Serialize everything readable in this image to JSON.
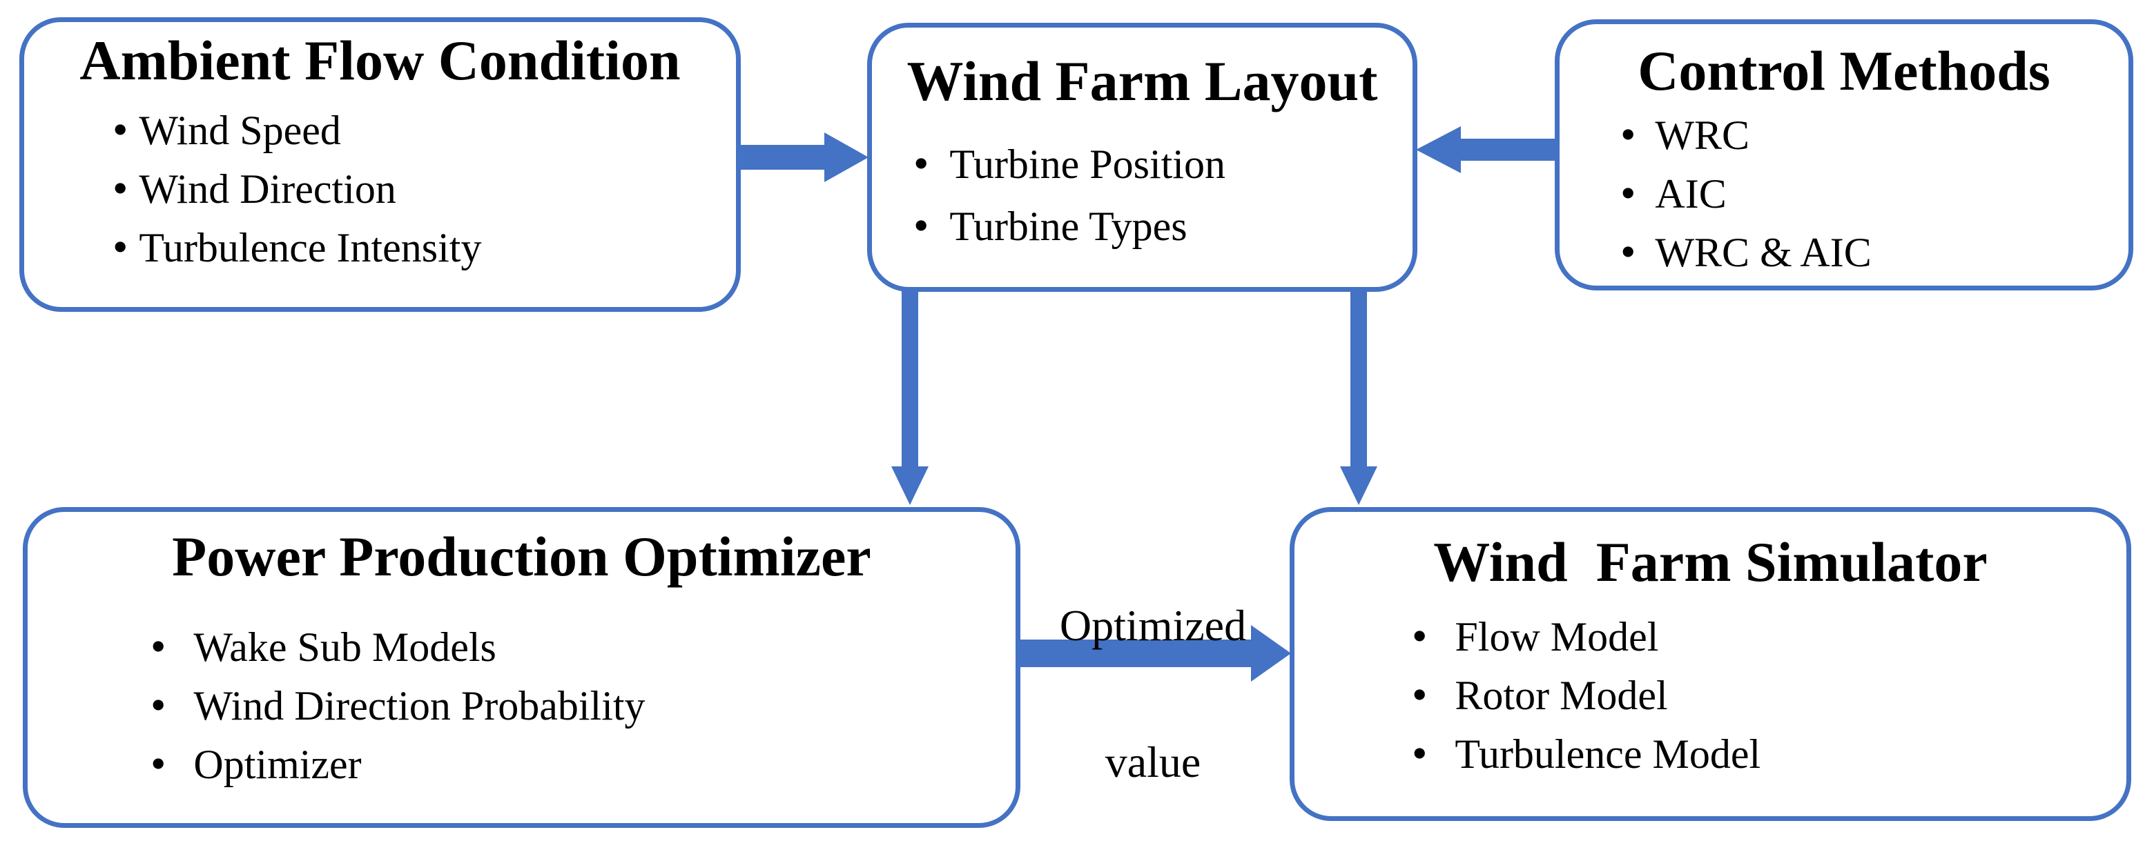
{
  "colors": {
    "accent": "#4472C4",
    "text": "#000000",
    "background": "#FFFFFF"
  },
  "bullet_char": "•",
  "boxes": {
    "ambient": {
      "title": "Ambient Flow Condition",
      "items": [
        "Wind Speed",
        "Wind Direction",
        "Turbulence Intensity"
      ]
    },
    "layout": {
      "title": "Wind Farm Layout",
      "items": [
        "Turbine Position",
        "Turbine Types"
      ]
    },
    "control": {
      "title": "Control Methods",
      "items": [
        "WRC",
        "AIC",
        "WRC & AIC"
      ]
    },
    "optimizer": {
      "title": "Power Production Optimizer",
      "items": [
        "Wake Sub Models",
        "Wind Direction Probability",
        "Optimizer"
      ]
    },
    "simulator": {
      "title": "Wind  Farm Simulator",
      "items": [
        "Flow Model",
        "Rotor Model",
        "Turbulence Model"
      ]
    }
  },
  "arrows": [
    {
      "name": "ambient-to-layout",
      "from": "Ambient Flow Condition",
      "to": "Wind Farm Layout",
      "direction": "right"
    },
    {
      "name": "control-to-layout",
      "from": "Control Methods",
      "to": "Wind Farm Layout",
      "direction": "left"
    },
    {
      "name": "layout-to-optimizer",
      "from": "Wind Farm Layout",
      "to": "Power Production Optimizer",
      "direction": "down"
    },
    {
      "name": "layout-to-simulator",
      "from": "Wind Farm Layout",
      "to": "Wind Farm Simulator",
      "direction": "down"
    },
    {
      "name": "optimizer-to-simulator",
      "from": "Power Production Optimizer",
      "to": "Wind Farm Simulator",
      "direction": "right",
      "label": "Optimized value"
    }
  ],
  "edge_label": {
    "lines": [
      "Optimized",
      "value"
    ]
  }
}
